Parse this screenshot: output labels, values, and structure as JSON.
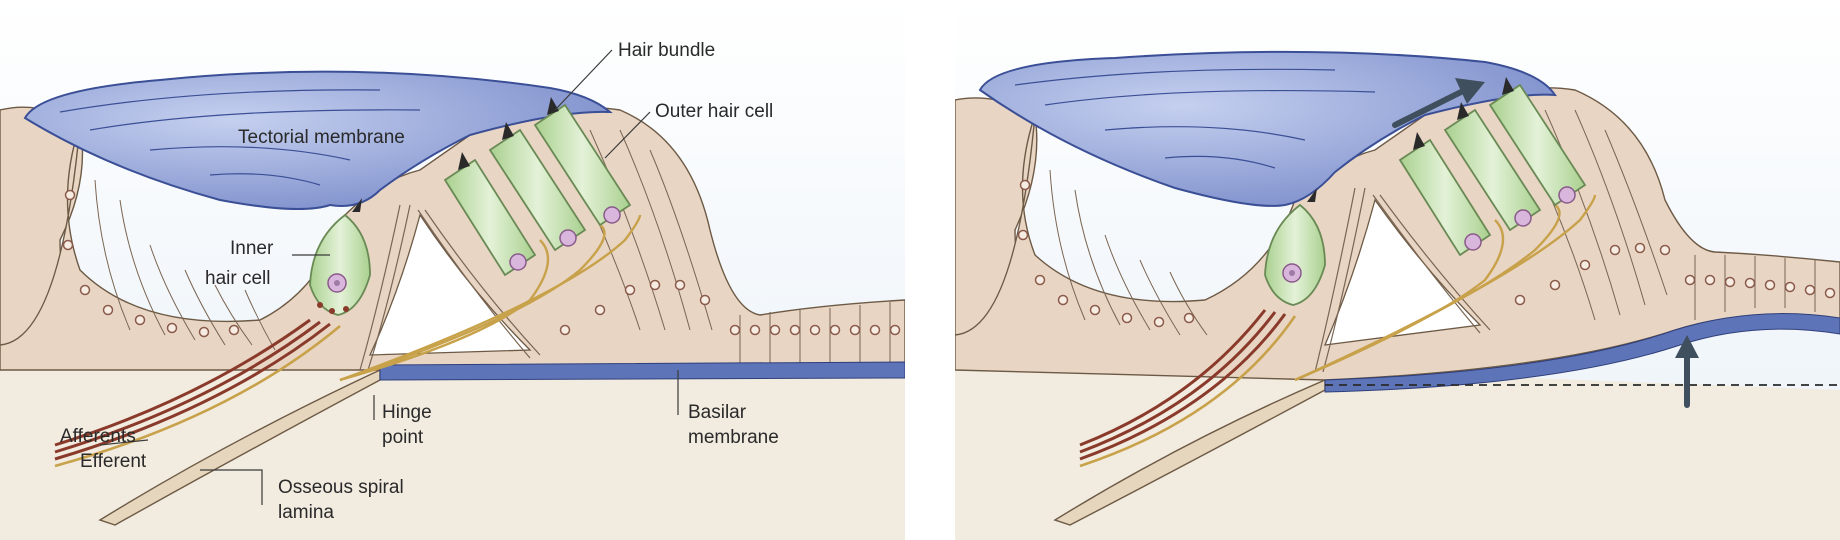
{
  "figure": {
    "left_panel": {
      "labels": {
        "hair_bundle": "Hair bundle",
        "outer_hair_cell": "Outer hair cell",
        "tectorial_membrane": "Tectorial membrane",
        "inner_hair_cell_line1": "Inner",
        "inner_hair_cell_line2": "hair cell",
        "afferents": "Afferents",
        "efferent": "Efferent",
        "hinge_point_line1": "Hinge",
        "hinge_point_line2": "point",
        "basilar_membrane_line1": "Basilar",
        "basilar_membrane_line2": "membrane",
        "osseous_spiral_lamina_line1": "Osseous spiral",
        "osseous_spiral_lamina_line2": "lamina"
      }
    },
    "right_panel": {
      "state": "basilar membrane deflected upward; tectorial membrane shear (arrows)"
    },
    "colors": {
      "tissue": "#e8d5c4",
      "tissue_dark": "#d9bfaa",
      "tectorial": "#8fa0d6",
      "tectorial_dark": "#4a5fa5",
      "hair_cell": "#c7e2b2",
      "hair_cell_outline": "#6a8a55",
      "nucleus": "#d9b7dd",
      "fiber_red": "#8a3a2a",
      "fiber_yellow": "#c8a24a",
      "basilar": "#5e74b8",
      "arrow": "#3f4f5e",
      "bone": "#efe4d2",
      "label": "#2a2a2a"
    }
  }
}
